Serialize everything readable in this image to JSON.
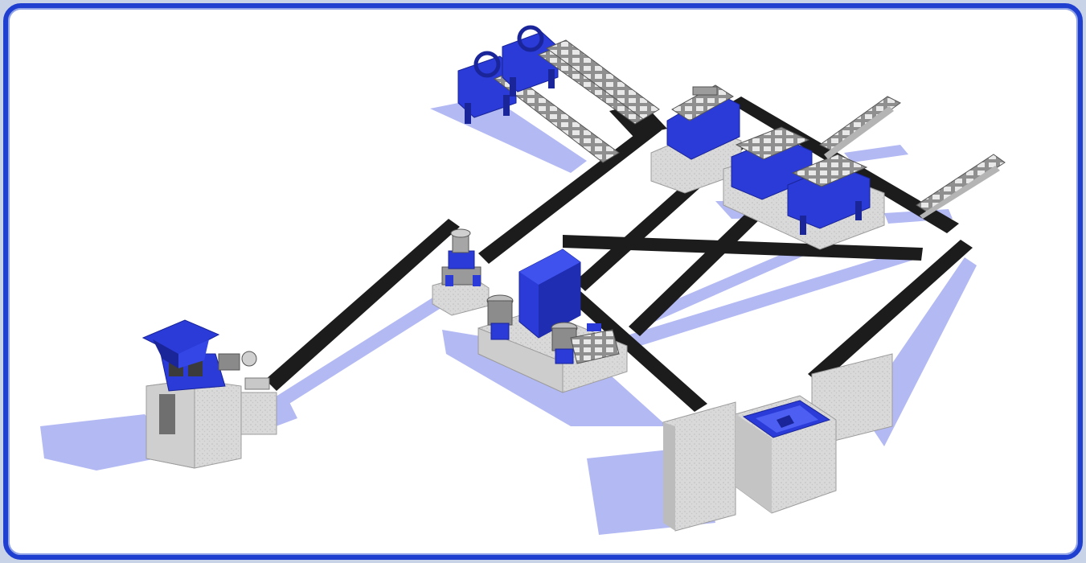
{
  "scene": {
    "kind": "isometric crushing and screening plant render",
    "colors": {
      "frame_border": "#1f3fd0",
      "machine_blue": "#2a3bd8",
      "machine_blue_dark": "#1a2599",
      "conveyor_black": "#1c1c1c",
      "concrete": "#d7d7d7",
      "concrete_dark": "#b9b9b9",
      "shadow": "#9aa2ef",
      "steel": "#9c9c9c"
    },
    "components": [
      "primary-hopper-feeder",
      "jaw-crusher",
      "surge-cone-crusher",
      "cone-crusher-station",
      "sand-washers",
      "vibrating-screen-main",
      "vibrating-screens-pair",
      "stockpile-conveyors",
      "concrete-receiving-hopper",
      "belt-conveyors"
    ]
  }
}
